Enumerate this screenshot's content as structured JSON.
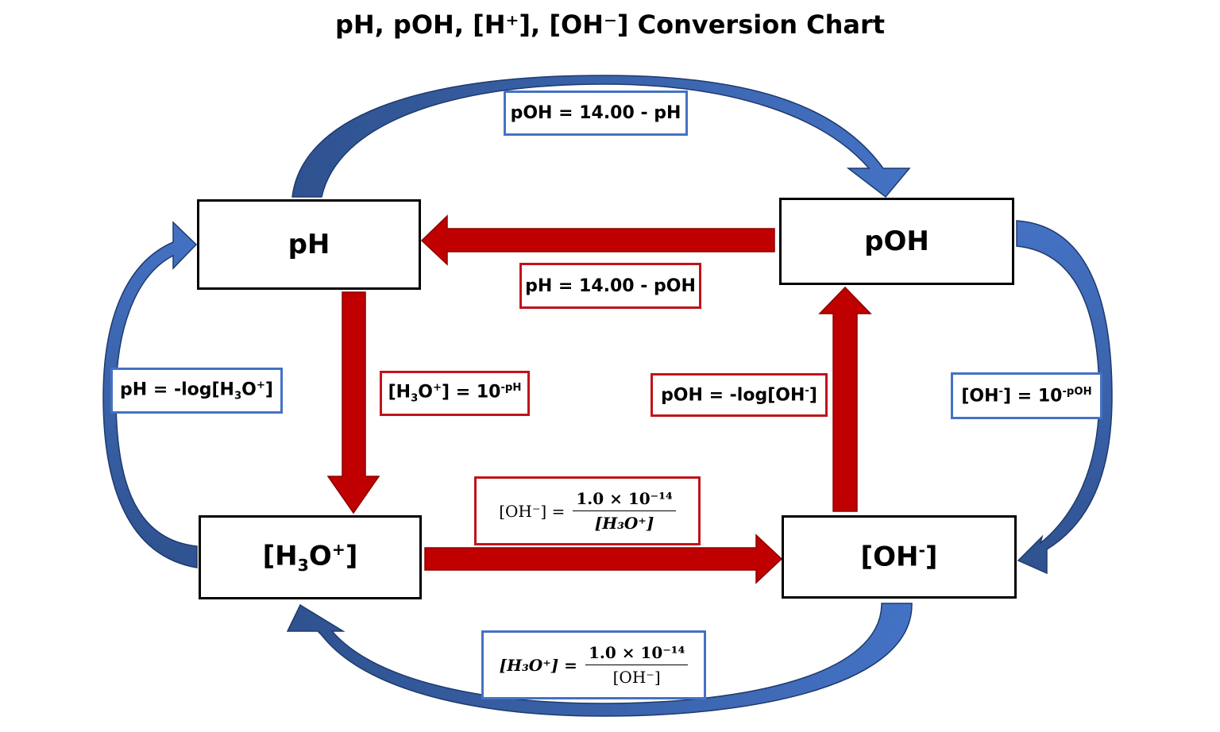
{
  "title": "pH, pOH, [H⁺], [OH⁻] Conversion Chart",
  "nodes": {
    "ph": "pH",
    "poh": "pOH",
    "h3o": {
      "base": "[H",
      "sub": "3",
      "mid": "O",
      "sup": "+",
      "end": "]"
    },
    "oh": {
      "base": "[OH",
      "sup": "-",
      "end": "]"
    }
  },
  "labels": {
    "poh_from_ph": "pOH = 14.00 - pH",
    "ph_from_poh": "pH = 14.00 - pOH",
    "ph_from_h3o": {
      "pre": "pH = -log[H",
      "sub": "3",
      "mid": "O",
      "sup": "+",
      "end": "]"
    },
    "h3o_from_ph": {
      "pre": "[H",
      "sub": "3",
      "mid": "O",
      "sup": "+",
      "mid2": "] = 10",
      "exp": "-pH"
    },
    "poh_from_oh": {
      "pre": "pOH = -log[OH",
      "sup": "-",
      "end": "]"
    },
    "oh_from_poh": {
      "pre": "[OH",
      "sup": "-",
      "mid": "] = 10",
      "exp": "-pOH"
    },
    "oh_from_h3o": {
      "lhs": "[OH⁻] =",
      "num": "1.0 × 10⁻¹⁴",
      "den": "[H₃O⁺]"
    },
    "h3o_from_oh": {
      "lhs": "[H₃O⁺] =",
      "num": "1.0 × 10⁻¹⁴",
      "den": "[OH⁻]"
    }
  },
  "colors": {
    "red_arrow": "#c00000",
    "red_arrow_edge": "#8b0000",
    "blue_arrow": "#4472c4",
    "blue_arrow_dark": "#2f528f",
    "red_box": "#c0131b",
    "blue_box": "#4472c4"
  }
}
